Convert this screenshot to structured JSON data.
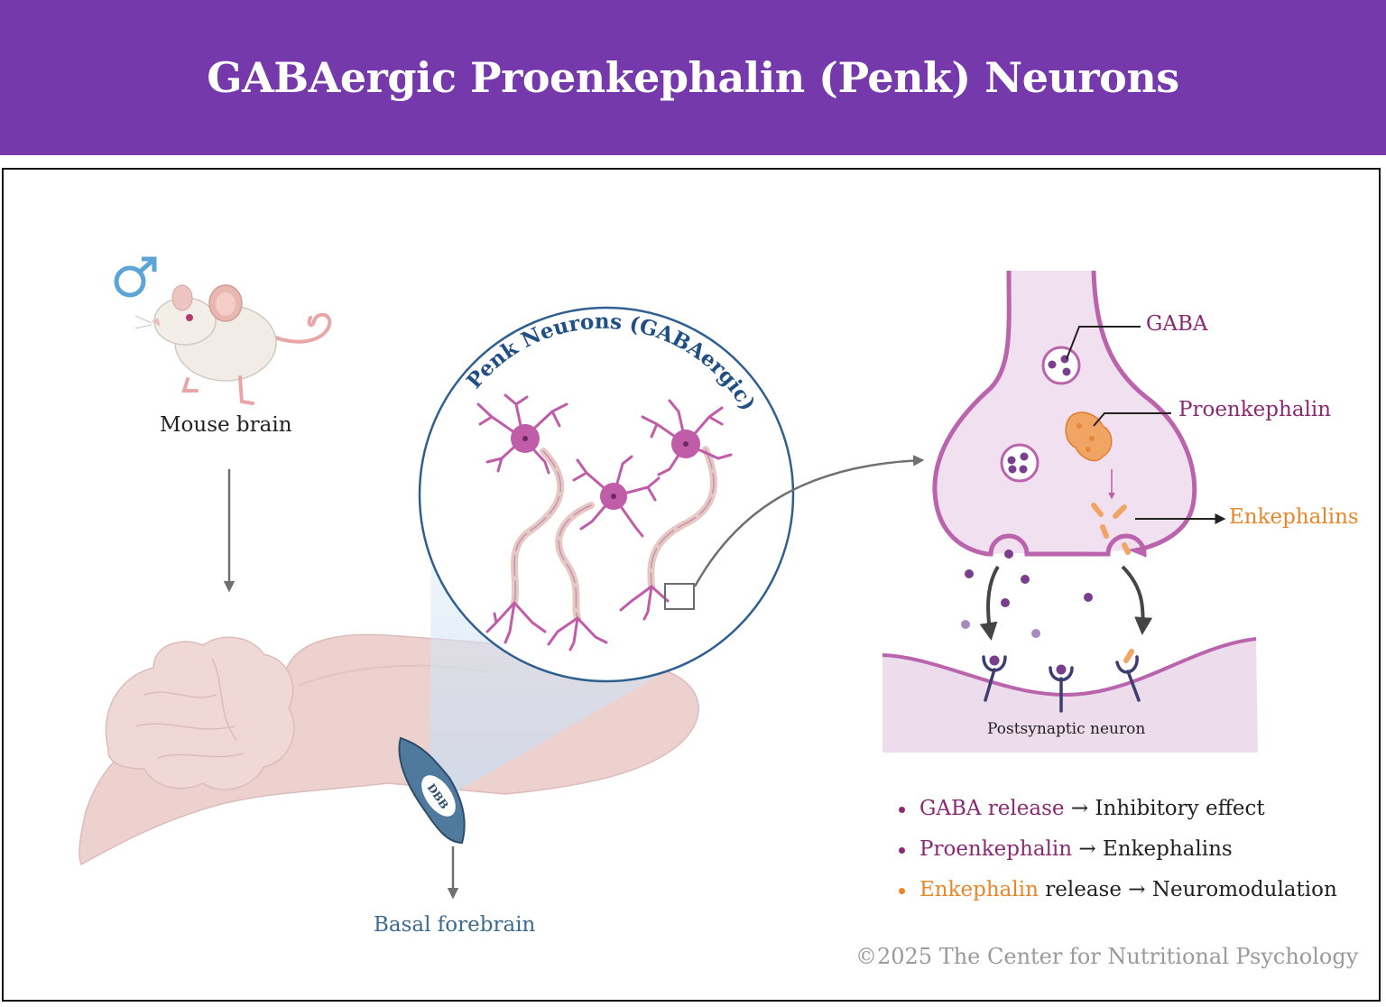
{
  "title": "GABAergic Proenkephalin (Penk) Neurons",
  "labels": {
    "male_symbol": "♂",
    "mouse_brain": "Mouse brain",
    "basal_forebrain": "Basal forebrain",
    "dbb": "DBB",
    "penk_neurons": "Penk Neurons (GABAergic)",
    "gaba": "GABA",
    "proenkephalin": "Proenkephalin",
    "enkephalins": "Enkephalins",
    "postsynaptic": "Postsynaptic neuron"
  },
  "legend": [
    {
      "colored": "GABA release",
      "plain": "",
      "arrow": "→",
      "result": "Inhibitory effect",
      "color": "#8a2a72"
    },
    {
      "colored": "Proenkephalin",
      "plain": "",
      "arrow": "→",
      "result": "Enkephalins",
      "color": "#8a2a72"
    },
    {
      "colored": "Enkephalin",
      "plain": " release",
      "arrow": "→",
      "result": "Neuromodulation",
      "color": "#e8862a"
    }
  ],
  "copyright": "©2025 The Center for Nutritional Psychology",
  "colors": {
    "header": "#7539ab",
    "gaba_label": "#8a2a72",
    "enkephalin_label": "#e8862a",
    "basal_forebrain_label": "#3e6a8e",
    "penk_title": "#1f4f85"
  }
}
